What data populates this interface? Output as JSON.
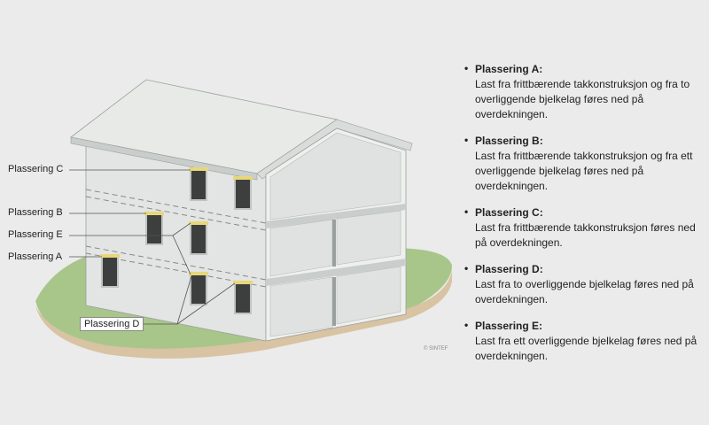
{
  "diagram": {
    "callouts": [
      {
        "id": "C",
        "label": "Plassering C"
      },
      {
        "id": "B",
        "label": "Plassering B"
      },
      {
        "id": "E",
        "label": "Plassering E"
      },
      {
        "id": "A",
        "label": "Plassering A"
      },
      {
        "id": "D",
        "label": "Plassering D"
      }
    ],
    "copyright": "© SINTEF",
    "colors": {
      "wall": "#e2e5e3",
      "wall_shadow": "#c9cdcb",
      "roof": "#d9dcda",
      "grass": "#a9c68a",
      "ground": "#d8c3a3",
      "lintel": "#e8d77a"
    }
  },
  "legend": {
    "items": [
      {
        "bullet": "•",
        "title": "Plassering A:",
        "desc": "Last fra frittbærende takkonstruksjon og fra to overliggende bjelkelag føres ned på overdekningen."
      },
      {
        "bullet": "•",
        "title": "Plassering B:",
        "desc": "Last fra frittbærende takkonstruksjon og fra ett overliggende bjelkelag føres ned på overdekningen."
      },
      {
        "bullet": "•",
        "title": "Plassering C:",
        "desc": "Last fra frittbærende takkonstruksjon føres ned på overdekningen."
      },
      {
        "bullet": "•",
        "title": "Plassering D:",
        "desc": "Last fra to overliggende bjelkelag føres ned på overdekningen."
      },
      {
        "bullet": "•",
        "title": "Plassering E:",
        "desc": "Last fra ett overliggende bjelkelag føres ned på overdekningen."
      }
    ]
  }
}
